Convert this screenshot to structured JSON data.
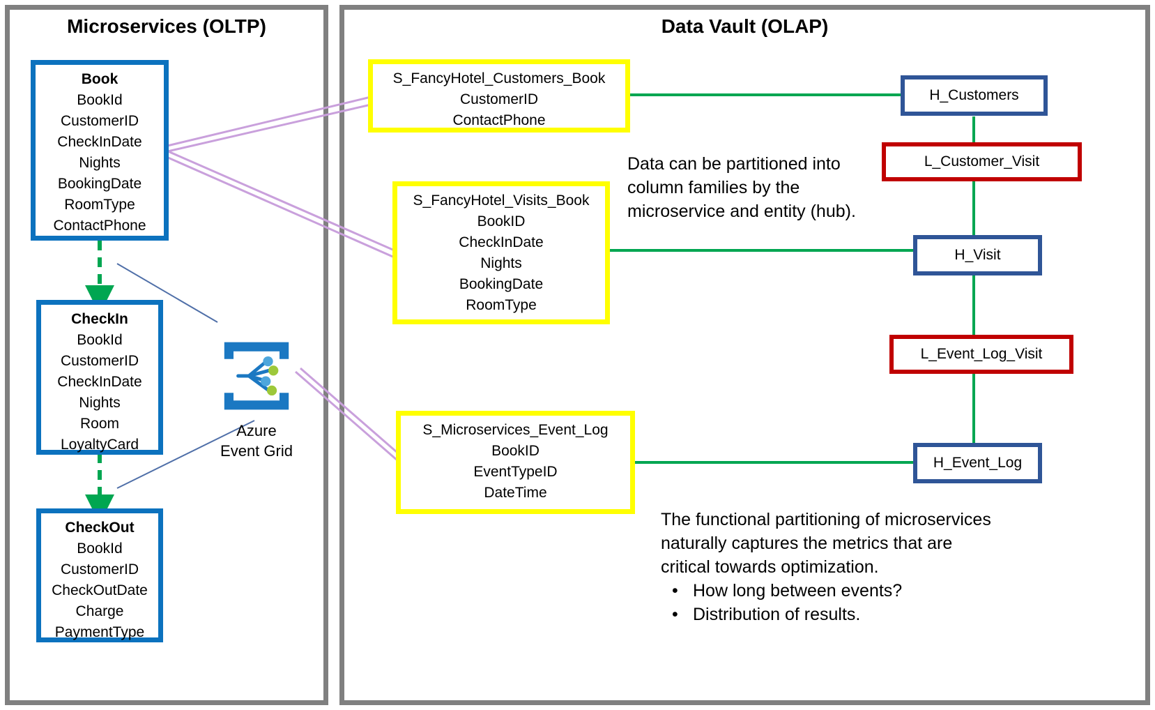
{
  "panels": {
    "oltp": {
      "title": "Microservices (OLTP)"
    },
    "olap": {
      "title": "Data Vault (OLAP)"
    }
  },
  "colors": {
    "panel_border": "#808080",
    "entity_blue": "#0C72BE",
    "satellite_yellow": "#FFFF00",
    "hub_navy": "#2F5597",
    "link_red": "#C00000",
    "green_connector": "#00A651",
    "purple_connector": "#C9A0DC",
    "thin_blue_connector": "#4F6FA8"
  },
  "entities": [
    {
      "name": "Book",
      "attributes": [
        "BookId",
        "CustomerID",
        "CheckInDate",
        "Nights",
        "BookingDate",
        "RoomType",
        "ContactPhone"
      ]
    },
    {
      "name": "CheckIn",
      "attributes": [
        "BookId",
        "CustomerID",
        "CheckInDate",
        "Nights",
        "Room",
        "LoyaltyCard"
      ]
    },
    {
      "name": "CheckOut",
      "attributes": [
        "BookId",
        "CustomerID",
        "CheckOutDate",
        "Charge",
        "PaymentType"
      ]
    }
  ],
  "event_grid": {
    "icon": "azure-event-grid-icon",
    "caption_line1": "Azure",
    "caption_line2": "Event Grid"
  },
  "satellites": [
    {
      "name": "S_FancyHotel_Customers_Book",
      "attributes": [
        "CustomerID",
        "ContactPhone"
      ]
    },
    {
      "name": "S_FancyHotel_Visits_Book",
      "attributes": [
        "BookID",
        "CheckInDate",
        "Nights",
        "BookingDate",
        "RoomType"
      ]
    },
    {
      "name": "S_Microservices_Event_Log",
      "attributes": [
        "BookID",
        "EventTypeID",
        "DateTime"
      ]
    }
  ],
  "hubs": [
    {
      "label": "H_Customers"
    },
    {
      "label": "H_Visit"
    },
    {
      "label": "H_Event_Log"
    }
  ],
  "links": [
    {
      "label": "L_Customer_Visit"
    },
    {
      "label": "L_Event_Log_Visit"
    }
  ],
  "annotations": {
    "partition_note": {
      "line1": "Data can be partitioned into",
      "line2": "column families by the",
      "line3": "microservice and entity (hub)."
    },
    "metrics_note": {
      "line1": "The functional partitioning of microservices",
      "line2": "naturally captures the metrics that are",
      "line3": "critical towards optimization.",
      "bullet_marker": "•",
      "bullet1": "How long between events?",
      "bullet2": "Distribution of results."
    }
  }
}
